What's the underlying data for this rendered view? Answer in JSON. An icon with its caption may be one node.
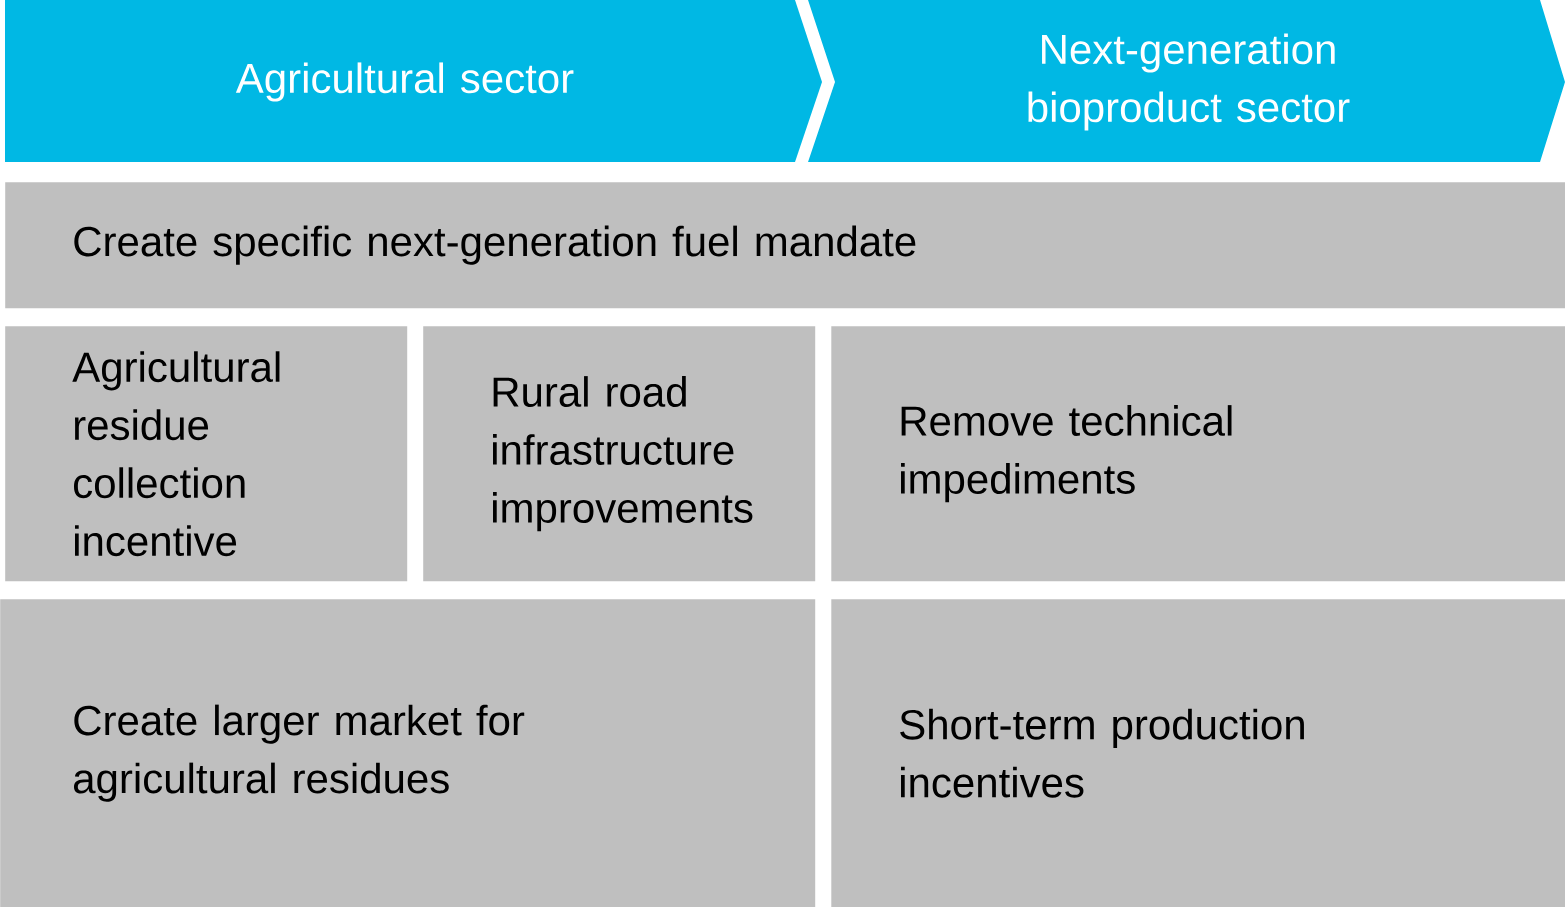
{
  "diagram": {
    "nodes": [
      {
        "text": [
          "Agricultural sector"
        ]
      },
      {
        "text": [
          "Next-generation bioproduct sector"
        ]
      },
      {
        "text": [
          "Create specific next-generation fuel mandate"
        ]
      },
      {
        "text": [
          "Agricultural residue collection incentive"
        ]
      },
      {
        "text": [
          "Rural road infrastructure improvements"
        ]
      },
      {
        "text": [
          "Remove technical impediments"
        ]
      },
      {
        "text": [
          "Create larger market for agricultural residues"
        ]
      },
      {
        "text": [
          "Short-term production incentives"
        ]
      }
    ]
  }
}
